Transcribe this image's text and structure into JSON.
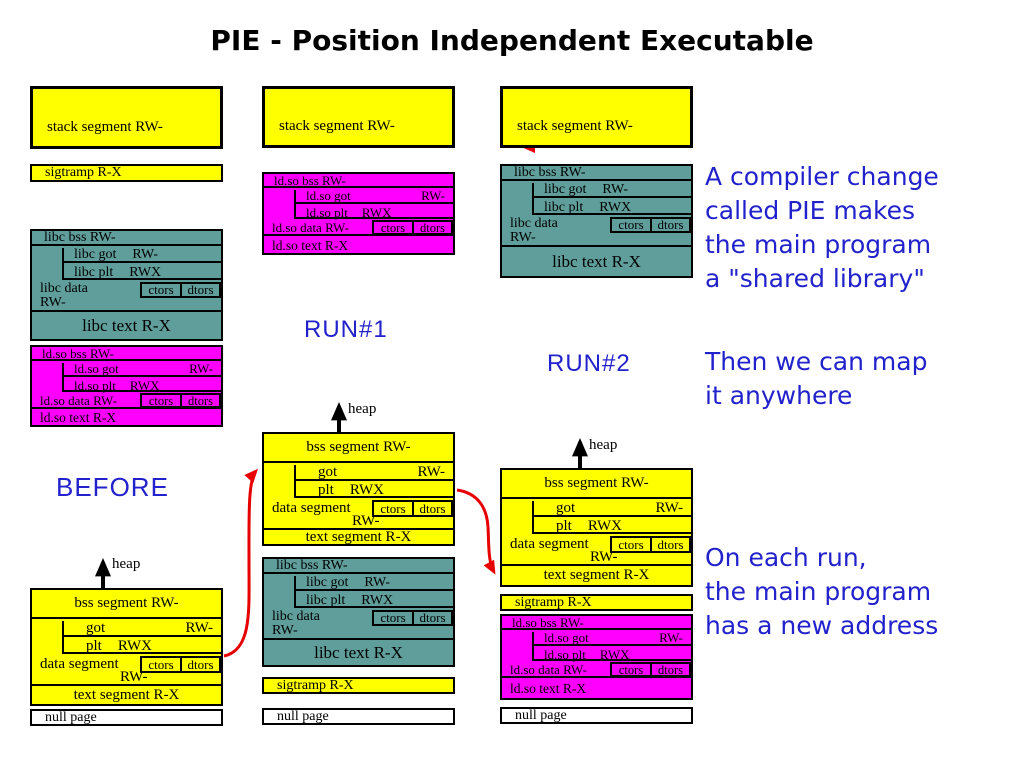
{
  "title": "PIE - Position Independent Executable",
  "labels": {
    "before": "BEFORE",
    "run1": "RUN#1",
    "run2": "RUN#2",
    "heap": "heap"
  },
  "colors": {
    "yellow": "#ffff00",
    "magenta": "#ff00ff",
    "teal": "#5f9e9b",
    "arrow_red": "#e60000",
    "text_blue": "#2222cc",
    "border": "#000000"
  },
  "boxes": {
    "stack": {
      "label": "stack segment RW-"
    },
    "sigtramp": {
      "label": "sigtramp R-X"
    },
    "nullpage": {
      "label": "null page"
    },
    "libc": {
      "bss": "libc bss RW-",
      "got": "libc got",
      "got_perm": "RW-",
      "plt": "libc plt",
      "plt_perm": "RWX",
      "data": "libc data",
      "data_perm": "RW-",
      "ctors": "ctors",
      "dtors": "dtors",
      "text": "libc text R-X"
    },
    "ldso": {
      "bss": "ld.so bss RW-",
      "got": "ld.so got",
      "got_perm": "RW-",
      "plt": "ld.so plt",
      "plt_perm": "RWX",
      "data": "ld.so data RW-",
      "ctors": "ctors",
      "dtors": "dtors",
      "text": "ld.so text R-X"
    },
    "main": {
      "bss": "bss segment RW-",
      "got": "got",
      "got_perm": "RW-",
      "plt": "plt",
      "plt_perm": "RWX",
      "data": "data segment",
      "data_perm": "RW-",
      "ctors": "ctors",
      "dtors": "dtors",
      "text": "text segment R-X"
    }
  },
  "annotations": {
    "compiler_change": [
      "A compiler change",
      "called PIE makes",
      "the main program",
      "a \"shared library\""
    ],
    "map_anywhere": [
      "Then we can map",
      "it anywhere"
    ],
    "each_run": [
      "On each run,",
      "the main program",
      "has a new address"
    ]
  }
}
